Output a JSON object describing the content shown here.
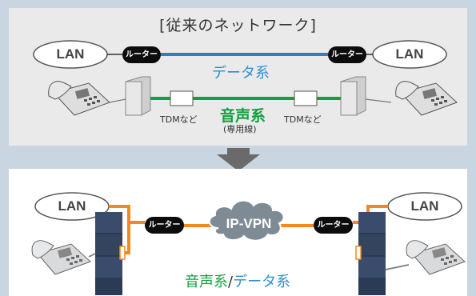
{
  "top_panel": {
    "title": "[従来のネットワーク]",
    "lan_left": "LAN",
    "lan_right": "LAN",
    "router_left": "ルーター",
    "router_right": "ルーター",
    "data_system_label": "データ系",
    "voice_system_label": "音声系",
    "dedicated_line_label": "(専用線)",
    "tdm_left": "TDMなど",
    "tdm_right": "TDMなど"
  },
  "bottom_panel": {
    "lan_left": "LAN",
    "lan_right": "LAN",
    "router_left": "ルーター",
    "router_right": "ルーター",
    "ipvpn_label": "IP-VPN",
    "voice_part": "音声系",
    "separator": "/",
    "data_part": "データ系"
  },
  "colors": {
    "data_line": "#2a7fc8",
    "voice_line": "#12a040",
    "ip_line": "#f08a20",
    "arrow": "#6a6a6a",
    "background": "#c9d5e0"
  }
}
